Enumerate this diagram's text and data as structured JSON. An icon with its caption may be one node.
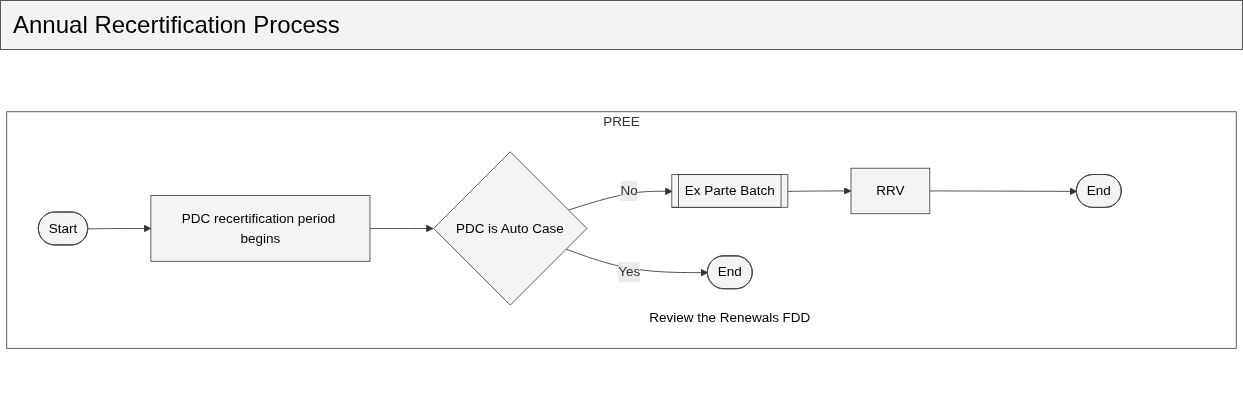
{
  "diagram": {
    "title": "Annual Recertification Process",
    "nodes": [
      {
        "text": [
          "PREE"
        ]
      },
      {
        "text": [
          "Start"
        ],
        "in": 0
      },
      {
        "text": [
          "PDC recertification period begins"
        ],
        "in": 0
      },
      {
        "text": [
          "PDC is Auto Case"
        ],
        "in": 0
      },
      {
        "text": [
          "Ex Parte Batch"
        ],
        "in": 0
      },
      {
        "text": [
          "RRV"
        ],
        "in": 0
      },
      {
        "text": [
          "End"
        ],
        "in": 0
      },
      {
        "text": [
          "End"
        ],
        "in": 0,
        "beside": [
          "Review the Renewals FDD"
        ]
      }
    ],
    "edges": [
      {
        "from": 1,
        "to": 2,
        "arrow": "to"
      },
      {
        "from": 2,
        "to": 3,
        "arrow": "to"
      },
      {
        "from": 3,
        "to": 4,
        "label": "No",
        "arrow": "to"
      },
      {
        "from": 4,
        "to": 5,
        "arrow": "to"
      },
      {
        "from": 5,
        "to": 6,
        "arrow": "to"
      },
      {
        "from": 3,
        "to": 7,
        "label": "Yes",
        "arrow": "to"
      }
    ]
  }
}
